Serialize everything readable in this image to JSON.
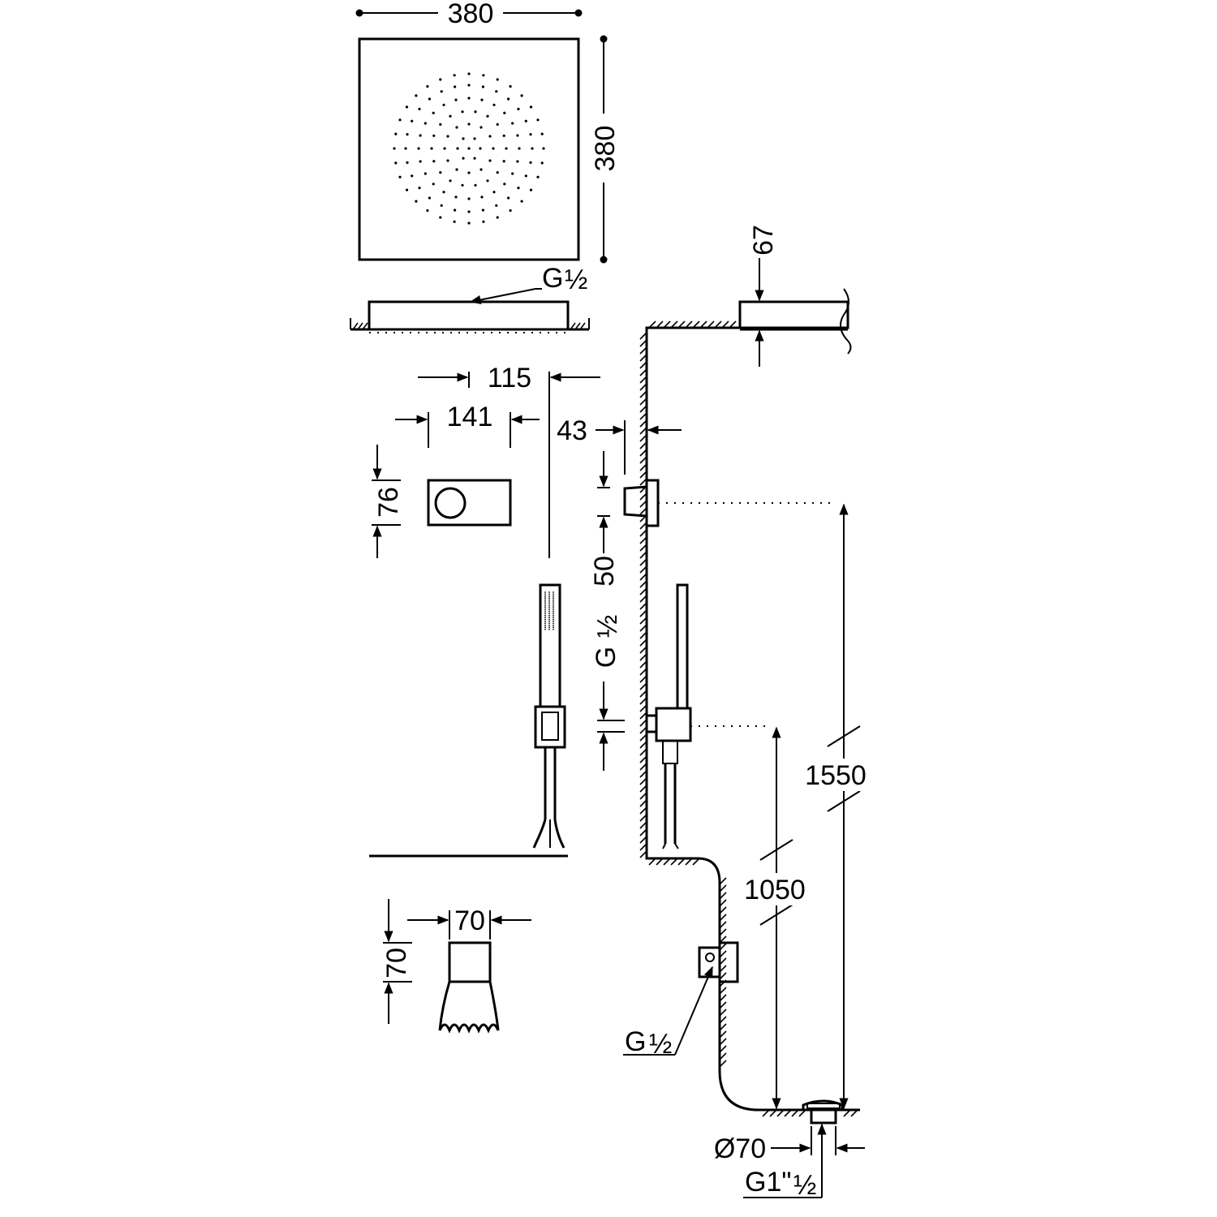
{
  "dimensions": {
    "head_width": "380",
    "head_height": "380",
    "head_connection": "G",
    "head_connection_frac": "½",
    "valve_depth": "115",
    "valve_width": "141",
    "valve_height": "76",
    "arm_depth": "43",
    "arm_offset": "50",
    "arm_connection": "G",
    "arm_connection_frac": "½",
    "ceiling_thickness": "67",
    "head_height_from_floor": "1550",
    "holder_height_from_floor": "1050",
    "spout_width": "70",
    "spout_height": "70",
    "side_connection": "G",
    "side_connection_frac": "½",
    "drain_diameter": "Ø70",
    "drain_connection": "G1\"",
    "drain_connection_frac": "½"
  },
  "colors": {
    "line": "#000000",
    "background": "#ffffff"
  }
}
